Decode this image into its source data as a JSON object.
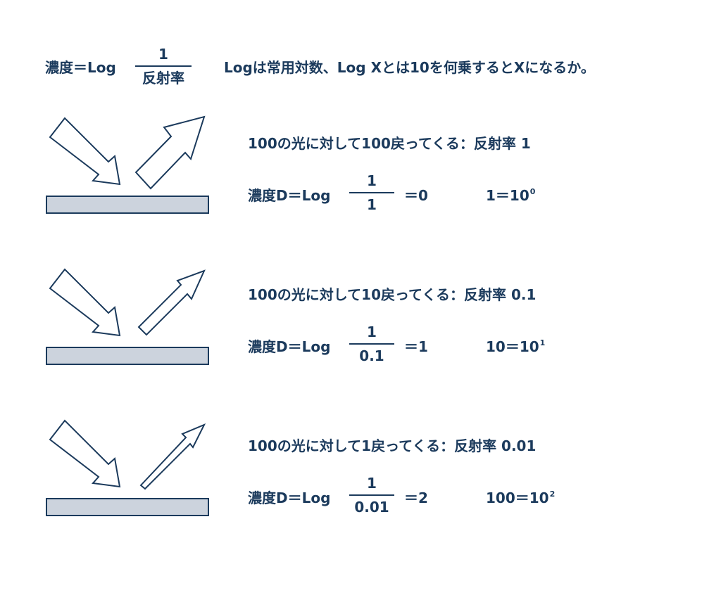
{
  "header": {
    "formula_left": "濃度＝Log",
    "numerator": "1",
    "denominator": "反射率",
    "note": "Logは常用対数、Log Xとは10を何乗するとXになるか。"
  },
  "rows": [
    {
      "statement": "100の光に対して100戻ってくる：反射率 1",
      "formula_left": "濃度D＝Log",
      "numerator": "1",
      "denominator": "1",
      "result": "＝0",
      "power_base": "1＝10",
      "power_exp": "0"
    },
    {
      "statement": "100の光に対して10戻ってくる：反射率 0.1",
      "formula_left": "濃度D＝Log",
      "numerator": "1",
      "denominator": "0.1",
      "result": "＝1",
      "power_base": "10＝10",
      "power_exp": "1"
    },
    {
      "statement": "100の光に対して1戻ってくる：反射率 0.01",
      "formula_left": "濃度D＝Log",
      "numerator": "1",
      "denominator": "0.01",
      "result": "＝2",
      "power_base": "100＝10",
      "power_exp": "2"
    }
  ],
  "colors": {
    "ink": "#1b3a5c",
    "surface": "#ccd3dd"
  }
}
